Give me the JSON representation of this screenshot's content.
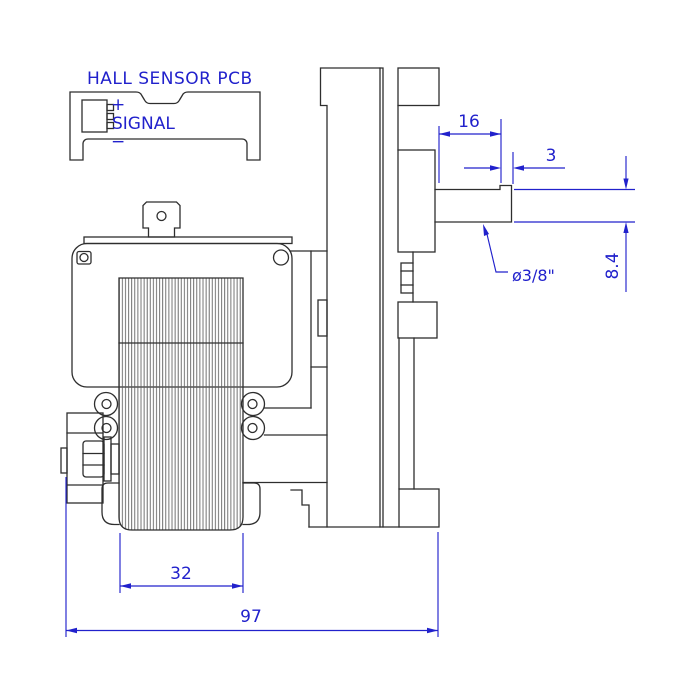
{
  "labels": {
    "pcb_title": "HALL SENSOR PCB",
    "pcb_plus": "+",
    "pcb_signal": "SIGNAL",
    "pcb_minus": "−"
  },
  "dimensions": {
    "flat_length": "16",
    "tip_length": "3",
    "flat_height": "8.4",
    "shaft_diameter": "ø3/8\"",
    "stator_width": "32",
    "overall_length": "97"
  },
  "colors": {
    "dimension_blue": "#2121cc",
    "line_black": "#2e2e2e",
    "background": "#ffffff"
  }
}
